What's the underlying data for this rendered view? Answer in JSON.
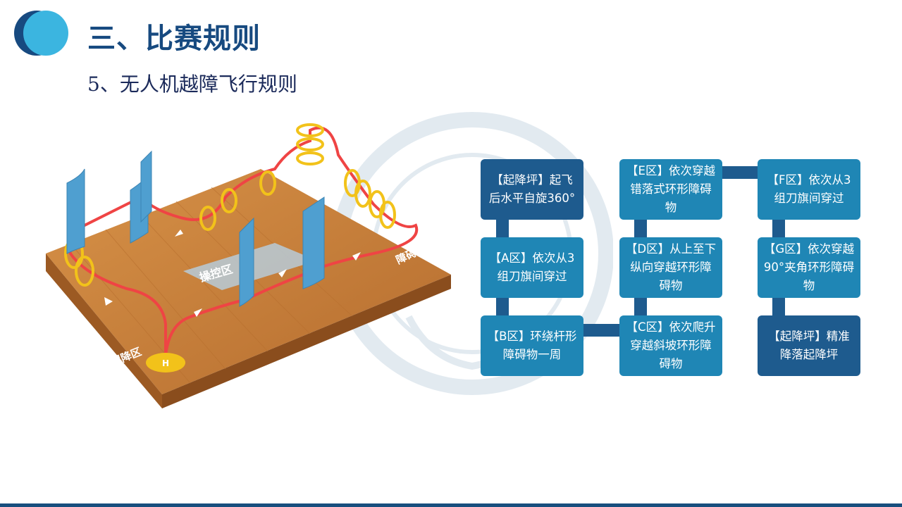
{
  "header": {
    "title": "三、比赛规则",
    "subtitle": "5、无人机越障飞行规则"
  },
  "scene_labels": {
    "control_zone": "操控区",
    "takeoff_zone": "起降区",
    "barrier_zone": "障碍区",
    "helipad": "H"
  },
  "steps": {
    "s1": "【起降坪】起飞后水平自旋360°",
    "a": "【A区】依次从3组刀旗间穿过",
    "b": "【B区】环绕杆形障碍物一周",
    "c": "【C区】依次爬升穿越斜坡环形障碍物",
    "d": "【D区】从上至下纵向穿越环形障碍物",
    "e": "【E区】依次穿越错落式环形障碍物",
    "f": "【F区】依次从3组刀旗间穿过",
    "g": "【G区】依次穿越90°夹角环形障碍物",
    "s2": "【起降坪】精准降落起降坪"
  },
  "colors": {
    "title": "#174a80",
    "box_dark": "#1e5b8e",
    "box_mid": "#1f86b5",
    "path": "#ef4444",
    "floor": "#c8803a"
  }
}
